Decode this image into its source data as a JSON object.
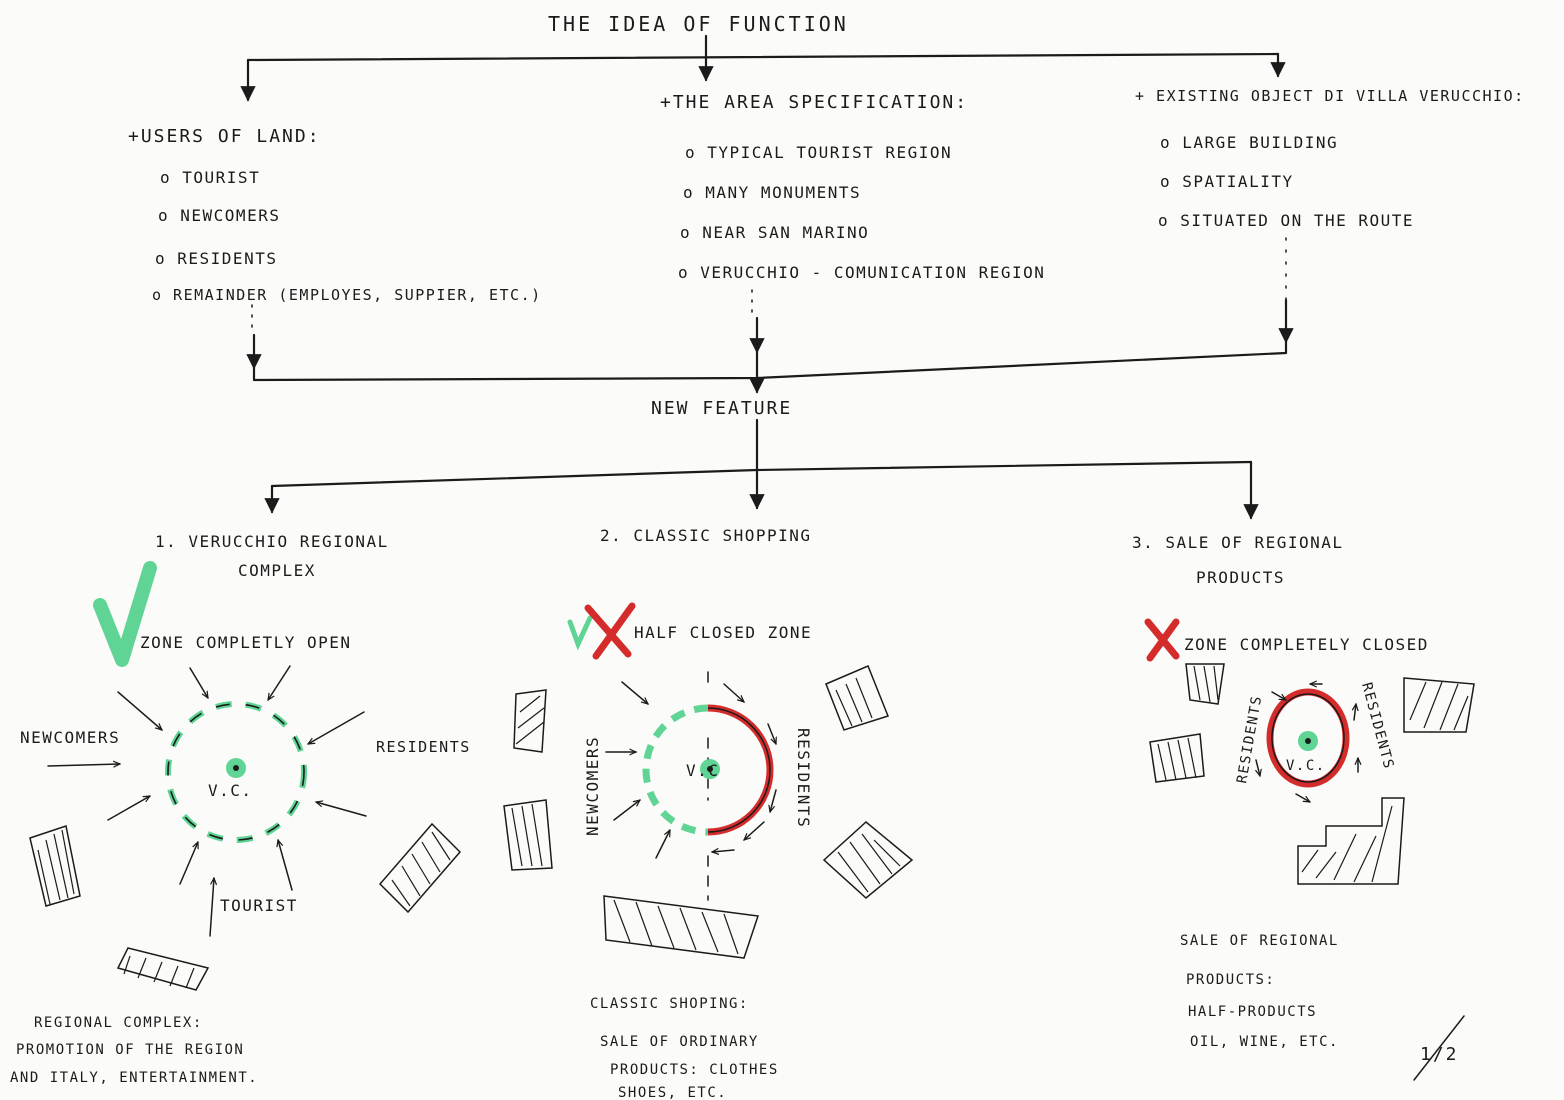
{
  "title": "THE IDEA OF FUNCTION",
  "colors": {
    "ink": "#1b1b1b",
    "green": "#5fd494",
    "red": "#d42b2b",
    "paper": "#fbfbf9"
  },
  "columns": [
    {
      "heading": "+USERS OF LAND:",
      "items": [
        "o TOURIST",
        "o NEWCOMERS",
        "o RESIDENTS",
        "o REMAINDER (EMPLOYES, SUPPIER, ETC.)"
      ]
    },
    {
      "heading": "+THE AREA SPECIFICATION:",
      "items": [
        "o TYPICAL TOURIST REGION",
        "o MANY MONUMENTS",
        "o NEAR SAN MARINO",
        "o VERUCCHIO - COMUNICATION REGION"
      ]
    },
    {
      "heading": "+ EXISTING OBJECT DI VILLA VERUCCHIO:",
      "items": [
        "o LARGE BUILDING",
        "o SPATIALITY",
        "o SITUATED ON THE ROUTE"
      ]
    }
  ],
  "new_feature": "NEW FEATURE",
  "options": [
    {
      "title_line1": "1. VERUCCHIO REGIONAL",
      "title_line2": "COMPLEX",
      "mark": "check-icon",
      "zone": "ZONE COMPLETLY OPEN",
      "center_label": "V.C.",
      "labels": {
        "newcomers": "NEWCOMERS",
        "residents": "RESIDENTS",
        "tourist": "TOURIST"
      },
      "note": [
        "REGIONAL COMPLEX:",
        "PROMOTION OF THE REGION",
        "AND ITALY, ENTERTAINMENT."
      ]
    },
    {
      "title_line1": "2. CLASSIC SHOPPING",
      "mark": "cross-icon",
      "zone": "HALF CLOSED ZONE",
      "center_label": "V.C",
      "labels": {
        "newcomers": "NEWCOMERS",
        "residents": "RESIDENTS"
      },
      "note": [
        "CLASSIC SHOPING:",
        "SALE OF ORDINARY",
        "PRODUCTS: CLOTHES",
        "SHOES, ETC."
      ]
    },
    {
      "title_line1": "3. SALE OF REGIONAL",
      "title_line2": "PRODUCTS",
      "mark": "cross-icon",
      "zone": "ZONE COMPLETELY CLOSED",
      "center_label": "V.C.",
      "labels": {
        "residents_left": "RESIDENTS",
        "residents_right": "RESIDENTS"
      },
      "note": [
        "SALE OF REGIONAL",
        "PRODUCTS:",
        "HALF-PRODUCTS",
        "OIL, WINE, ETC."
      ]
    }
  ],
  "page_number": "1/2"
}
